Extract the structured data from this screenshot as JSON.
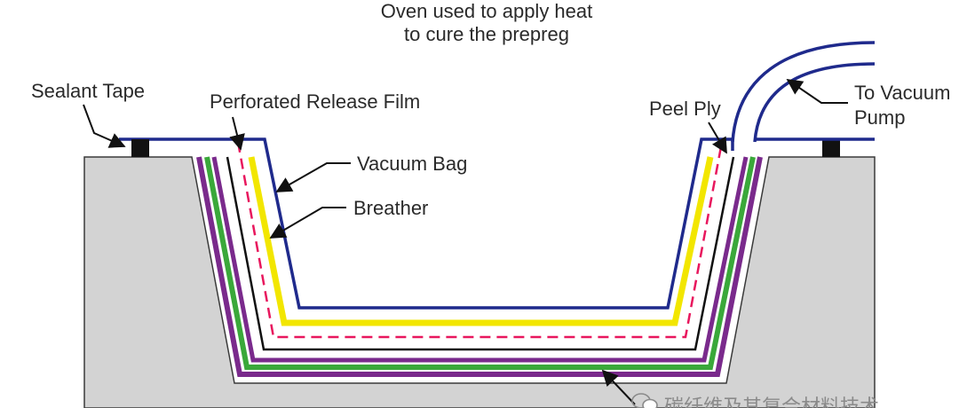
{
  "oven_caption": {
    "line1": "Oven used to apply heat",
    "line2": "to cure the prepreg"
  },
  "labels": {
    "sealant_tape": "Sealant Tape",
    "perforated_release_film": "Perforated Release Film",
    "vacuum_bag": "Vacuum Bag",
    "breather": "Breather",
    "peel_ply": "Peel Ply",
    "vacuum_pump_line1": "To Vacuum",
    "vacuum_pump_line2": "Pump"
  },
  "watermark": {
    "text": "碳纤维及其复合材料技术",
    "icon": "wechat-icon"
  },
  "colors": {
    "mold": "#d3d3d3",
    "outline": "#3a3a3a",
    "vacuum_bag": "#1f2a8c",
    "breather": "#f2e600",
    "release_film": "#e8175d",
    "peel_ply": "#111111",
    "purple_layer": "#7a2a8c",
    "green_layer": "#3aa83a",
    "sealant": "#111111",
    "arrow": "#111111"
  }
}
